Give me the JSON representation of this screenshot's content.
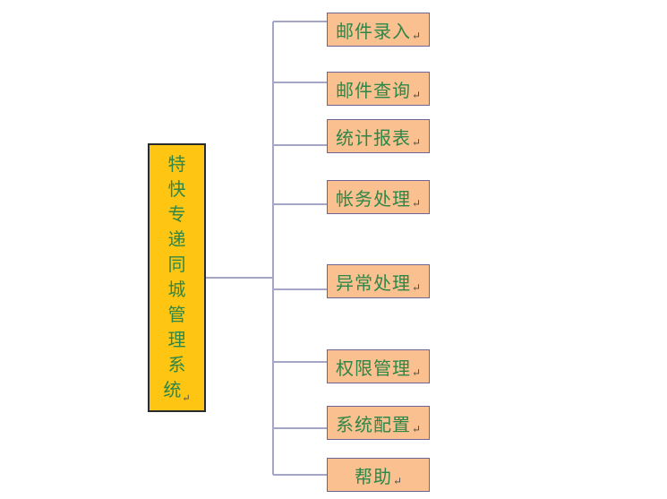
{
  "diagram": {
    "title": "express-delivery-system-structure",
    "root": {
      "label": "特快专递同城管理系统",
      "return_mark": "↵"
    },
    "nodes": [
      {
        "label": "邮件录入",
        "return_mark": "↵"
      },
      {
        "label": "邮件查询",
        "return_mark": "↵"
      },
      {
        "label": "统计报表",
        "return_mark": "↵"
      },
      {
        "label": "帐务处理",
        "return_mark": "↵"
      },
      {
        "label": "异常处理",
        "return_mark": "↵"
      },
      {
        "label": "权限管理",
        "return_mark": "↵"
      },
      {
        "label": "系统配置",
        "return_mark": "↵"
      },
      {
        "label": "帮助",
        "return_mark": "↵"
      }
    ],
    "colors": {
      "background": "#FFFFFF",
      "root_fill": "#FFC513",
      "root_border": "#2B2B2B",
      "node_fill": "#FAC08F",
      "node_border": "#6E6296",
      "text": "#2E8648",
      "connector": "#A5A5C5"
    }
  }
}
